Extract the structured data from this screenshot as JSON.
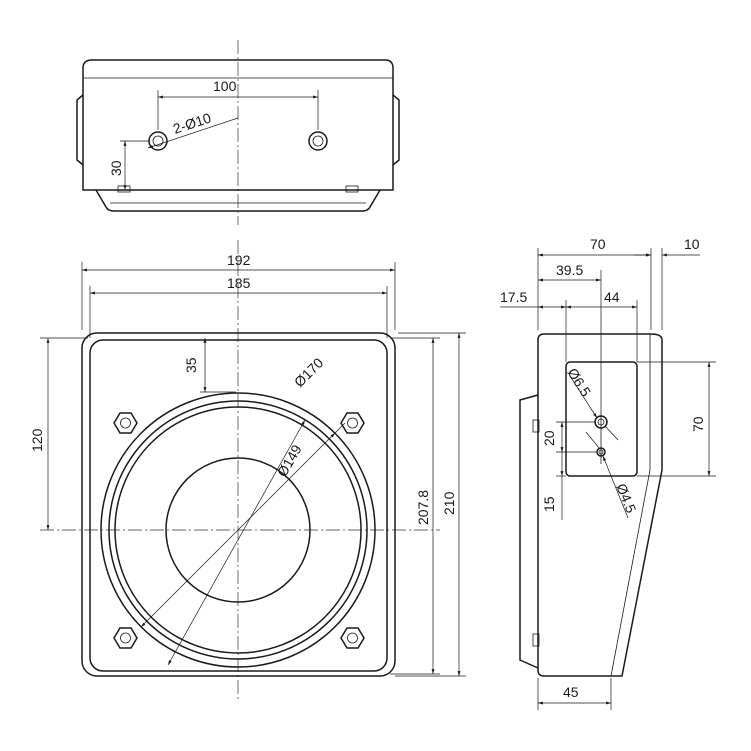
{
  "colors": {
    "line": "#1a1a1a",
    "background": "#ffffff"
  },
  "top_view": {
    "dim_hole_spacing": "100",
    "dim_holes_label": "2-Ø10",
    "dim_hole_height": "30"
  },
  "front_view": {
    "dim_overall_width": "192",
    "dim_inner_width": "185",
    "dim_top_offset": "35",
    "dim_center_height": "120",
    "dim_bore_outer": "Ø170",
    "dim_bore_inner": "Ø149",
    "dim_inner_height": "207.8",
    "dim_overall_height": "210"
  },
  "side_view": {
    "dim_depth_top": "70",
    "dim_rear_lip": "10",
    "dim_window_offset": "39.5",
    "dim_front_offset": "17.5",
    "dim_window_width": "44",
    "dim_hole_large": "Ø6.5",
    "dim_window_height": "70",
    "dim_hole_spacing": "20",
    "dim_hole_bottom": "15",
    "dim_hole_small": "Ø4.5",
    "dim_base_depth": "45"
  }
}
